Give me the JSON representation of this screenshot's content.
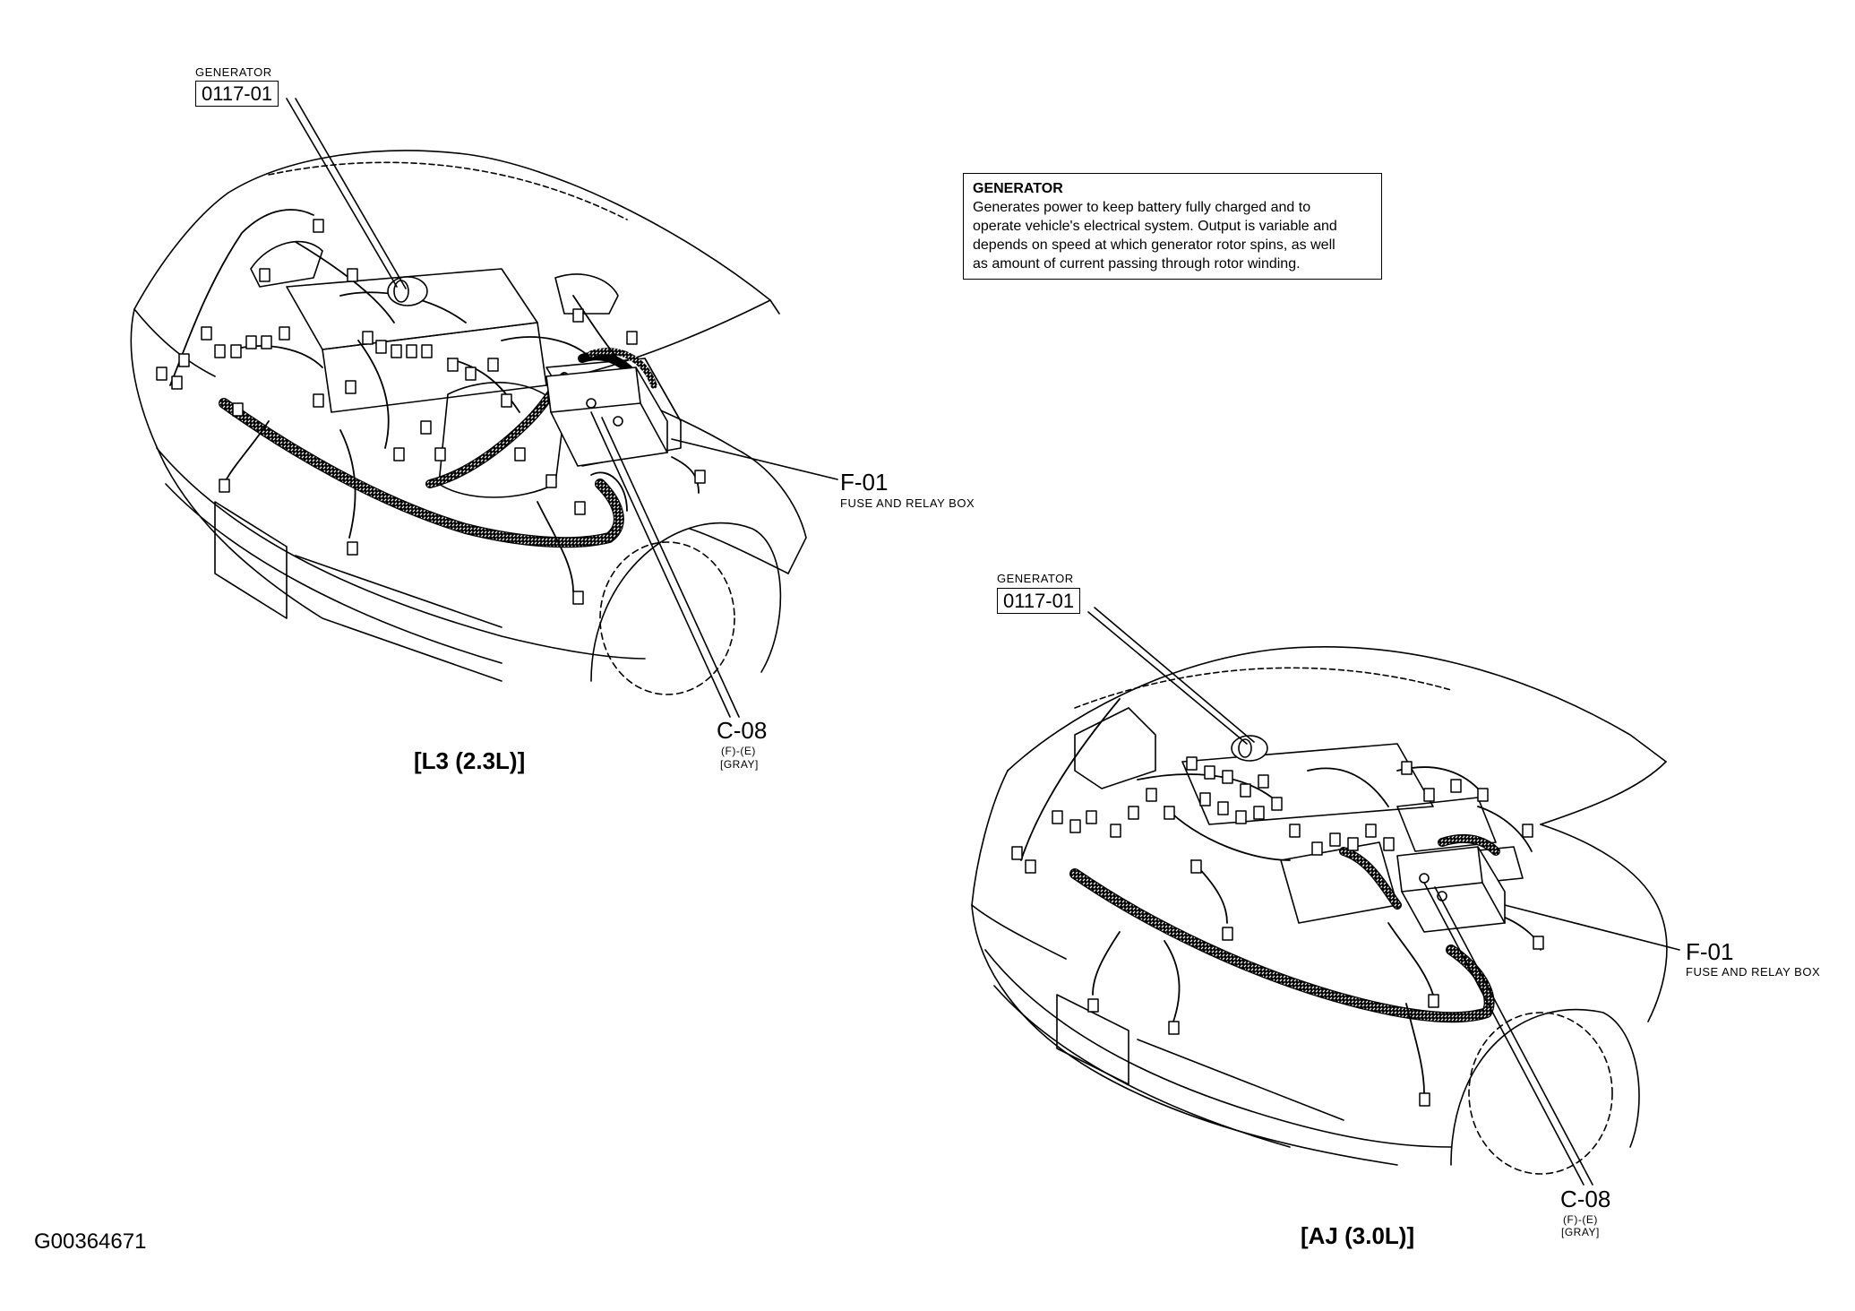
{
  "diagrams": [
    {
      "generator_label": "GENERATOR",
      "generator_code": "0117-01",
      "fuse_code": "F-01",
      "fuse_label": "FUSE AND RELAY BOX",
      "connector_code": "C-08",
      "connector_sub1": "(F)-(E)",
      "connector_sub2": "[GRAY]",
      "caption": "[L3 (2.3L)]"
    },
    {
      "generator_label": "GENERATOR",
      "generator_code": "0117-01",
      "fuse_code": "F-01",
      "fuse_label": "FUSE AND RELAY BOX",
      "connector_code": "C-08",
      "connector_sub1": "(F)-(E)",
      "connector_sub2": "[GRAY]",
      "caption": "[AJ (3.0L)]"
    }
  ],
  "description": {
    "title": "GENERATOR",
    "lines": [
      "Generates power to keep battery fully charged and to",
      "operate vehicle's electrical system. Output is variable and",
      "depends on speed at which generator rotor spins, as well",
      "as amount of current passing through rotor winding."
    ]
  },
  "figure_id": "G00364671"
}
